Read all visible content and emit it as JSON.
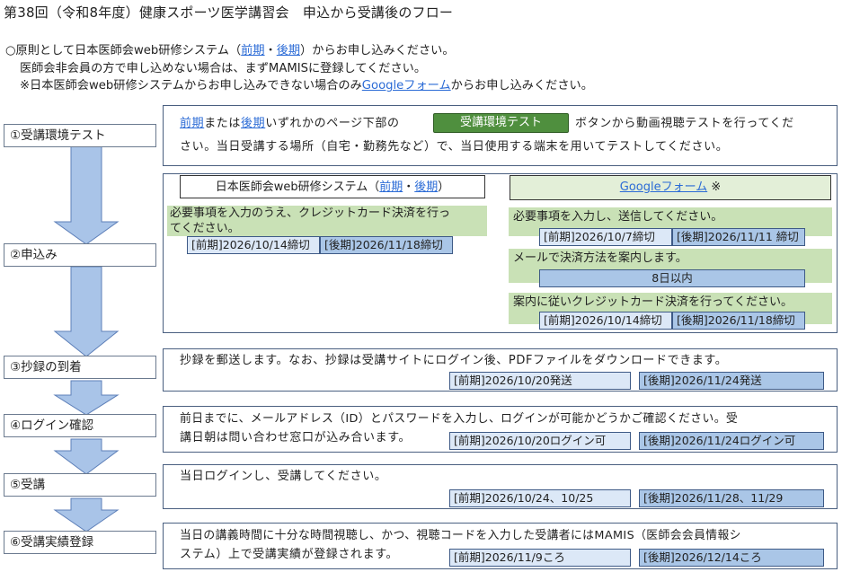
{
  "title": "第38回（令和8年度）健康スポーツ医学講習会　申込から受講後のフロー",
  "intro": {
    "l1_a": "○原則として日本医師会web研修システム（",
    "l1_link1": "前期",
    "l1_sep": "・",
    "l1_link2": "後期",
    "l1_b": "）からお申し込みください。",
    "l2": "医師会非会員の方で申し込めない場合は、まずMAMISに登録してください。",
    "l3_a": "※日本医師会web研修システムからお申し込みできない場合のみ",
    "l3_link": "Googleフォーム",
    "l3_b": "からお申し込みください。"
  },
  "steps": [
    {
      "label": "①受講環境テスト"
    },
    {
      "label": "②申込み"
    },
    {
      "label": "③抄録の到着"
    },
    {
      "label": "④ログイン確認"
    },
    {
      "label": "⑤受講"
    },
    {
      "label": "⑥受講実績登録"
    }
  ],
  "step1": {
    "link1": "前期",
    "t1": "または",
    "link2": "後期",
    "t2": "いずれかのページ下部の",
    "button": "受講環境テスト",
    "t3": "ボタンから動画視聴テストを行ってくだ",
    "line2": "さい。当日受講する場所（自宅・勤務先など）で、当日使用する端末を用いてテストしてください。"
  },
  "step2": {
    "left_header_a": "日本医師会web研修システム（",
    "left_header_link1": "前期",
    "left_header_sep": "・",
    "left_header_link2": "後期",
    "left_header_b": "）",
    "left_text1": "必要事項を入力のうえ、クレジットカード決済を行っ",
    "left_text2": "てください。",
    "left_date1": "[前期]2026/10/14締切",
    "left_date2": "[後期]2026/11/18締切",
    "right_header_link": "Googleフォーム",
    "right_header_mark": "※",
    "right_text1": "必要事項を入力し、送信してください。",
    "right_date1": "[前期]2026/10/7締切",
    "right_date2": "[後期]2026/11/11 締切",
    "right_text2": "メールで決済方法を案内します。",
    "right_days": "8日以内",
    "right_text3": "案内に従いクレジットカード決済を行ってください。",
    "right_date3": "[前期]2026/10/14締切",
    "right_date4": "[後期]2026/11/18締切"
  },
  "step3": {
    "text": "抄録を郵送します。なお、抄録は受講サイトにログイン後、PDFファイルをダウンロードできます。",
    "date1": "[前期]2026/10/20発送",
    "date2": "[後期]2026/11/24発送"
  },
  "step4": {
    "text1": "前日までに、メールアドレス（ID）とパスワードを入力し、ログインが可能かどうかご確認ください。受",
    "text2": "講日朝は問い合わせ窓口が込み合います。",
    "date1": "[前期]2026/10/20ログイン可",
    "date2": "[後期]2026/11/24ログイン可"
  },
  "step5": {
    "text": "当日ログインし、受講してください。",
    "date1": "[前期]2026/10/24、10/25",
    "date2": "[後期]2026/11/28、11/29"
  },
  "step6": {
    "text1": "当日の講義時間に十分な時間視聴し、かつ、視聴コードを入力した受講者にはMAMIS（医師会会員情報シ",
    "text2": "ステム）上で受講実績が登録されます。",
    "date1": "[前期]2026/11/9ころ",
    "date2": "[後期]2026/12/14ころ"
  },
  "colors": {
    "arrow_fill": "#a9c4e8",
    "arrow_stroke": "#5d7fb8",
    "green_bar": "#c9e1b6",
    "button_green": "#4f8f3e",
    "date_light": "#dce8f7",
    "date_dark": "#aac6e7",
    "link": "#2b6bd6"
  }
}
